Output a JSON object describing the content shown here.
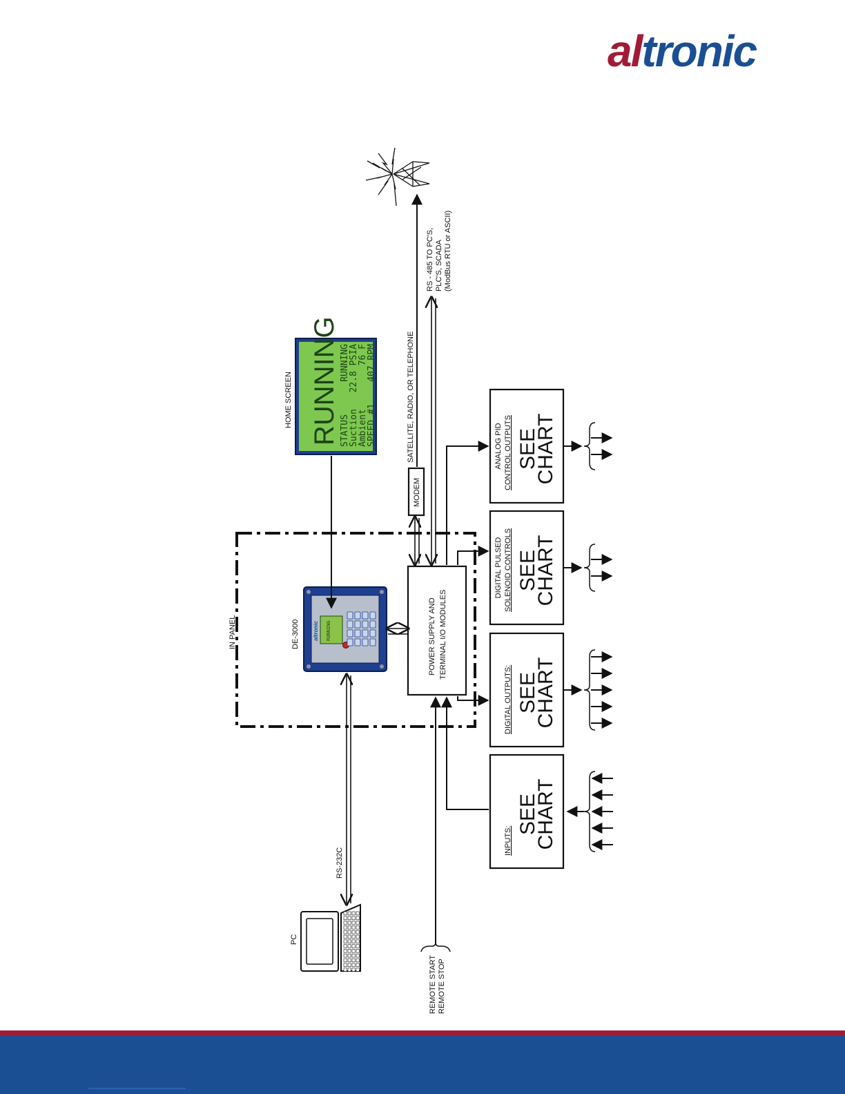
{
  "brand": {
    "logo_first": "al",
    "logo_rest": "tronic",
    "color_primary": "#1b4f93",
    "color_accent": "#a01c36"
  },
  "labels": {
    "in_panel": "IN PANEL",
    "de3000": "DE-3000",
    "home_screen": "HOME SCREEN",
    "pc": "PC",
    "rs232c": "RS-232C",
    "satellite": "SATELLITE, RADIO, OR TELEPHONE",
    "rs485_line1": "RS - 485 TO PC'S,",
    "rs485_line2": "PLC'S, SCADA",
    "rs485_line3": "(ModBus RTU or ASCII)",
    "modem": "MODEM",
    "power_line1": "POWER SUPPLY AND",
    "power_line2": "TERMINAL I/O MODULES",
    "remote_start": "REMOTE START",
    "remote_stop": "REMOTE STOP"
  },
  "lcd": {
    "big": "RUNNING",
    "rows": [
      {
        "label": "STATUS",
        "value": "RUNNING"
      },
      {
        "label": "Suction",
        "value": "22.8 PSIA"
      },
      {
        "label": "Ambient",
        "value": "76 F"
      },
      {
        "label": "SPEED #1",
        "value": "407 RPM"
      }
    ]
  },
  "device": {
    "logo": "altronic",
    "screen_word": "RUNNING"
  },
  "chart_boxes": [
    {
      "title1": "ANALOG PID",
      "title2": "CONTROL OUTPUTS",
      "see": "SEE",
      "chart": "CHART"
    },
    {
      "title1": "DIGITAL PULSED",
      "title2": "SOLENOID CONTROLS",
      "see": "SEE",
      "chart": "CHART"
    },
    {
      "title1": "",
      "title2": "DIGITAL  OUTPUTS:",
      "see": "SEE",
      "chart": "CHART"
    },
    {
      "title1": "",
      "title2": "INPUTS:",
      "see": "SEE",
      "chart": "CHART"
    }
  ]
}
